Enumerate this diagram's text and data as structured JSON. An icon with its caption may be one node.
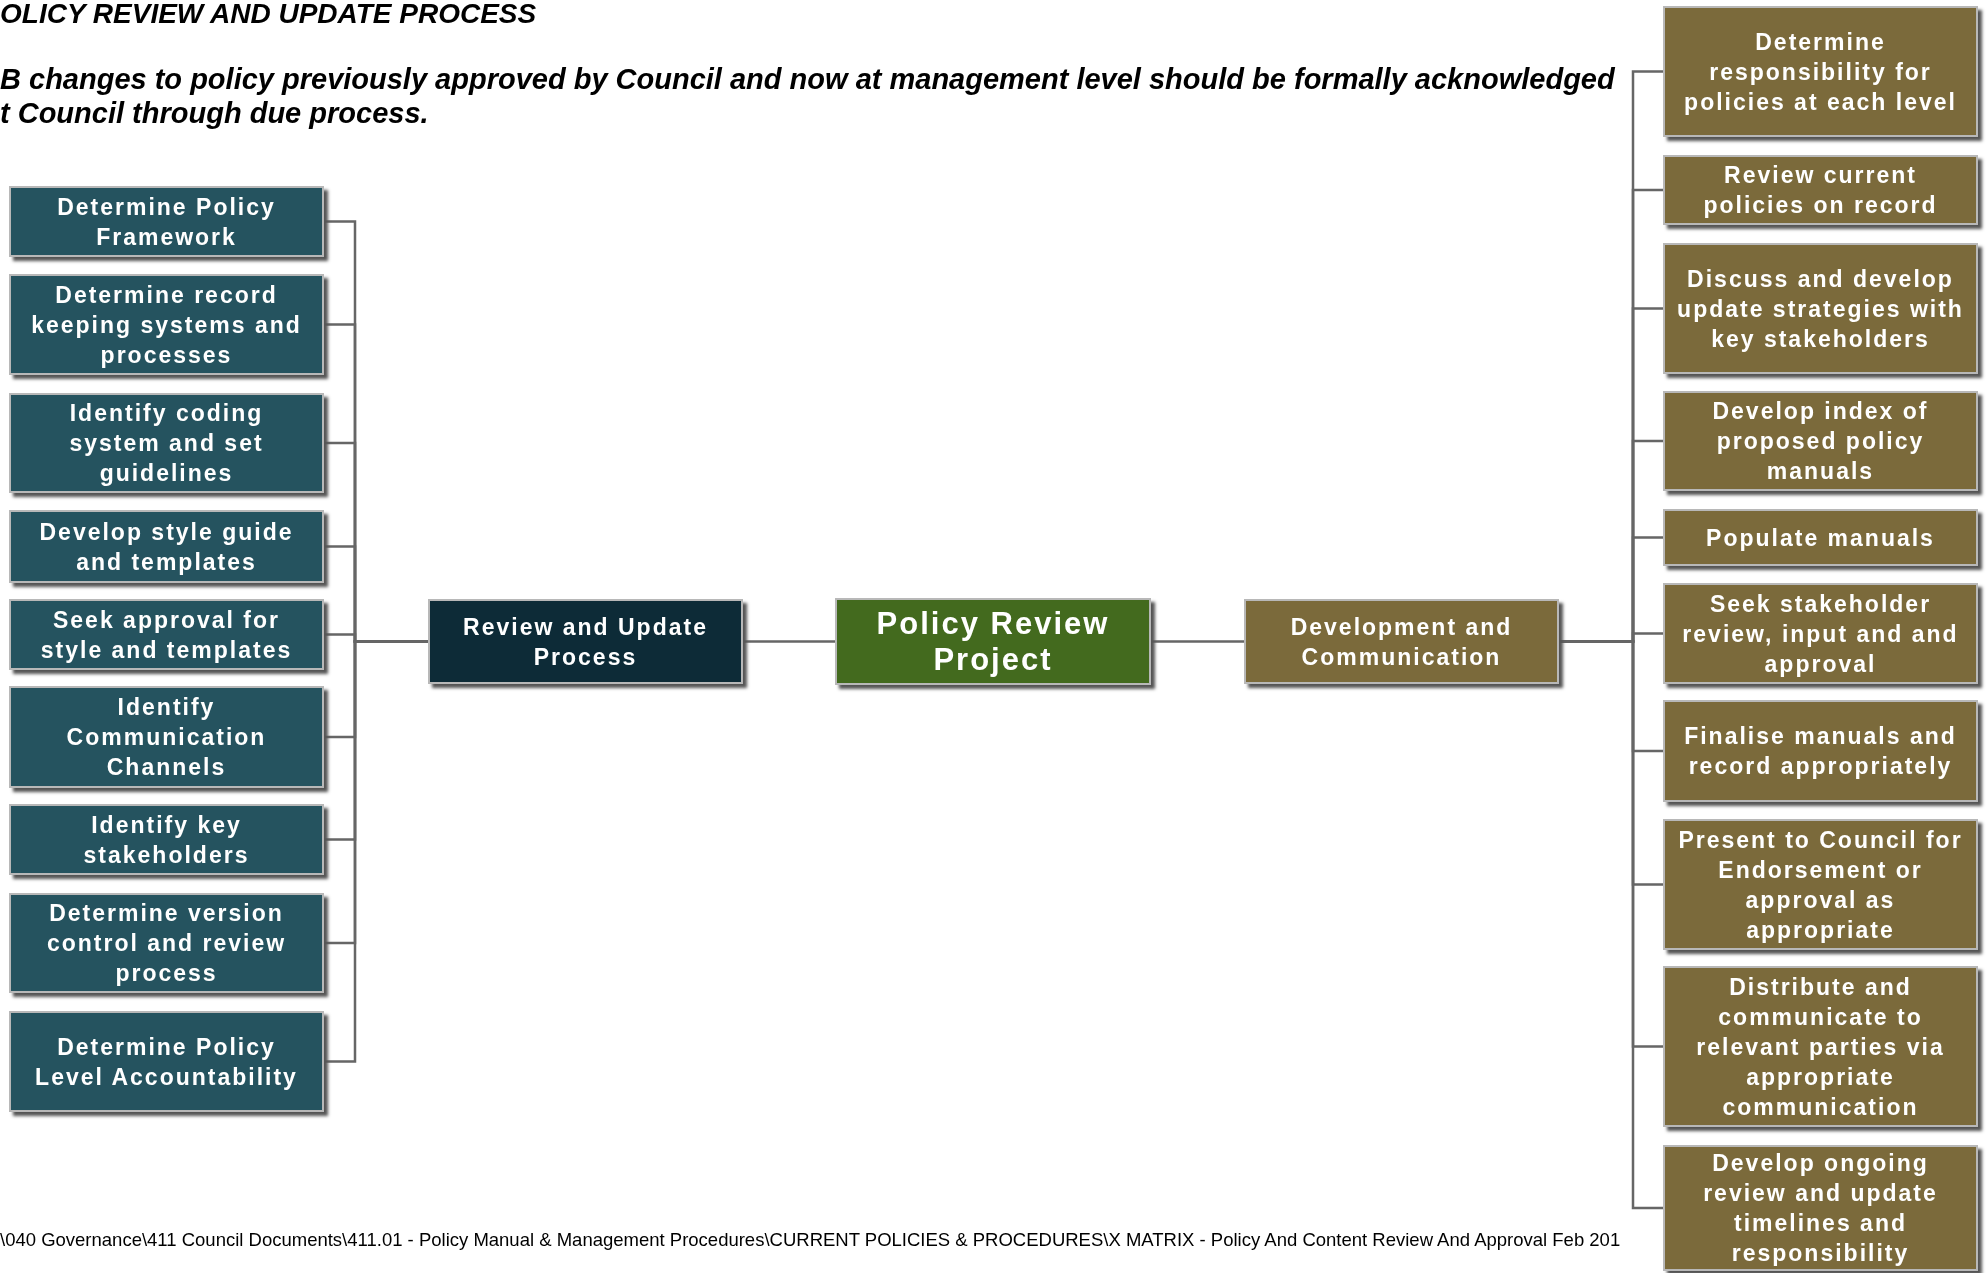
{
  "diagram": {
    "title": "OLICY REVIEW AND UPDATE PROCESS",
    "nodes": [
      {
        "text": [
          "Policy Review Project"
        ]
      },
      {
        "text": [
          "Review and Update Process"
        ]
      },
      {
        "text": [
          "Development and Communication"
        ]
      },
      {
        "text": [
          "Determine Policy Framework"
        ]
      },
      {
        "text": [
          "Determine record keeping systems and processes"
        ]
      },
      {
        "text": [
          "Identify coding system and set guidelines"
        ]
      },
      {
        "text": [
          "Develop style guide and templates"
        ]
      },
      {
        "text": [
          "Seek approval for style and templates"
        ]
      },
      {
        "text": [
          "Identify Communication Channels"
        ]
      },
      {
        "text": [
          "Identify key stakeholders"
        ]
      },
      {
        "text": [
          "Determine version control and review process"
        ]
      },
      {
        "text": [
          "Determine Policy Level Accountability"
        ]
      },
      {
        "text": [
          "Determine responsibility for policies at each level"
        ]
      },
      {
        "text": [
          "Review current policies on record"
        ]
      },
      {
        "text": [
          "Discuss and develop update strategies with key stakeholders"
        ]
      },
      {
        "text": [
          "Develop index of proposed policy manuals"
        ]
      },
      {
        "text": [
          "Populate manuals"
        ]
      },
      {
        "text": [
          "Seek stakeholder review, input and and approval"
        ]
      },
      {
        "text": [
          "Finalise manuals and record appropriately"
        ]
      },
      {
        "text": [
          "Present to Council for Endorsement or approval as appropriate"
        ]
      },
      {
        "text": [
          "Distribute  and communicate to relevant parties via appropriate communication"
        ]
      },
      {
        "text": [
          "Develop ongoing review and update timelines and responsibility"
        ]
      }
    ],
    "edges": [
      {
        "from": 0,
        "to": 1,
        "arrow": "none"
      },
      {
        "from": 0,
        "to": 2,
        "arrow": "none"
      },
      {
        "from": 1,
        "to": 3,
        "arrow": "none"
      },
      {
        "from": 1,
        "to": 4,
        "arrow": "none"
      },
      {
        "from": 1,
        "to": 5,
        "arrow": "none"
      },
      {
        "from": 1,
        "to": 6,
        "arrow": "none"
      },
      {
        "from": 1,
        "to": 7,
        "arrow": "none"
      },
      {
        "from": 1,
        "to": 8,
        "arrow": "none"
      },
      {
        "from": 1,
        "to": 9,
        "arrow": "none"
      },
      {
        "from": 1,
        "to": 10,
        "arrow": "none"
      },
      {
        "from": 1,
        "to": 11,
        "arrow": "none"
      },
      {
        "from": 2,
        "to": 12,
        "arrow": "none"
      },
      {
        "from": 2,
        "to": 13,
        "arrow": "none"
      },
      {
        "from": 2,
        "to": 14,
        "arrow": "none"
      },
      {
        "from": 2,
        "to": 15,
        "arrow": "none"
      },
      {
        "from": 2,
        "to": 16,
        "arrow": "none"
      },
      {
        "from": 2,
        "to": 17,
        "arrow": "none"
      },
      {
        "from": 2,
        "to": 18,
        "arrow": "none"
      },
      {
        "from": 2,
        "to": 19,
        "arrow": "none"
      },
      {
        "from": 2,
        "to": 20,
        "arrow": "none"
      },
      {
        "from": 2,
        "to": 21,
        "arrow": "none"
      }
    ],
    "labels": [
      "B changes to policy previously approved by Council and now at management level should be formally acknowledged t Council through due process.",
      "\\040 Governance\\411 Council Documents\\411.01 - Policy Manual & Management Procedures\\CURRENT POLICIES & PROCEDURES\\X MATRIX - Policy And Content Review And Approval Feb 201"
    ]
  }
}
